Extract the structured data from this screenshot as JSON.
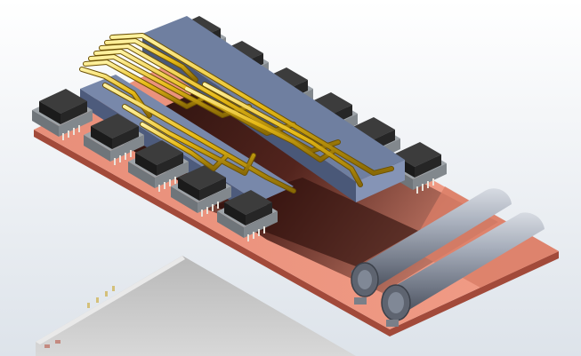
{
  "colors": {
    "background_top": "#ffffff",
    "background_bottom": "#dde3ea",
    "pcb_top": "#e8826c",
    "pcb_edge": "#b45a48",
    "pcb_shadow": "#3a1410",
    "module_body": "#2a2a2a",
    "module_base": "#8a8f94",
    "busbar": "#6e7fa0",
    "pipe": "#e3b81c",
    "capacitor": "#9aa2ae",
    "reflection": "#c8c8c8"
  },
  "objects": {
    "board": "pcb-board",
    "modules": "power-module",
    "pipes": "heat-pipe",
    "busbars": "busbar",
    "capacitors": "electrolytic-capacitor",
    "reflection": "floor-reflection"
  }
}
